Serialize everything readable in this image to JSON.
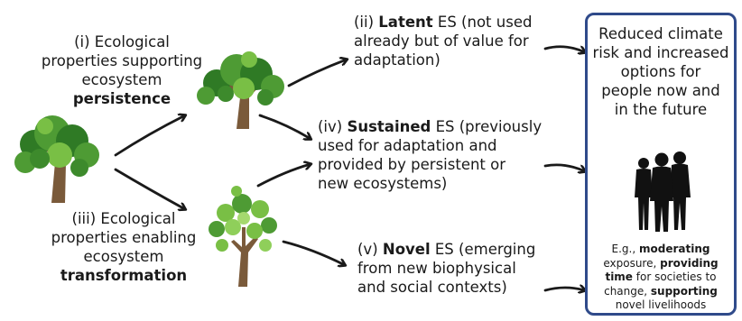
{
  "left_labels": {
    "persistence": {
      "line1": "(i) Ecological",
      "line2": "properties supporting",
      "line3": "ecosystem",
      "emph": "persistence"
    },
    "transformation": {
      "line1": "(iii) Ecological",
      "line2": "properties enabling",
      "line3": "ecosystem",
      "emph": "transformation"
    }
  },
  "services": {
    "latent": {
      "prefix": "(ii) ",
      "emph": "Latent",
      "line1_rest": " ES (not used",
      "line2": "already but of value for",
      "line3": "adaptation)"
    },
    "sustained": {
      "prefix": "(iv) ",
      "emph": "Sustained",
      "line1_rest": " ES (previously",
      "line2": "used for adaptation and",
      "line3": "provided by persistent or",
      "line4": "new ecosystems)"
    },
    "novel": {
      "prefix": "(v) ",
      "emph": "Novel",
      "line1_rest": " ES (emerging",
      "line2": "from new biophysical",
      "line3": "and social contexts)"
    }
  },
  "outcome": {
    "title_lines": [
      "Reduced climate",
      "risk and increased",
      "options for",
      "people now and",
      "in the future"
    ],
    "eg_prefix": "E.g., ",
    "eg_b1": "moderating",
    "eg_t1": "exposure, ",
    "eg_b2": "providing",
    "eg_b3": "time",
    "eg_t2": " for societies to",
    "eg_t3": "change, ",
    "eg_b4": "supporting",
    "eg_t4": "novel livelihoods"
  },
  "colors": {
    "leaf_dark": "#2f7a25",
    "leaf_mid": "#4e9b34",
    "leaf_light": "#79bf45",
    "trunk": "#7a5a3a",
    "box_border": "#2f4a8a",
    "arrow": "#1a1a1a",
    "people": "#111111"
  }
}
